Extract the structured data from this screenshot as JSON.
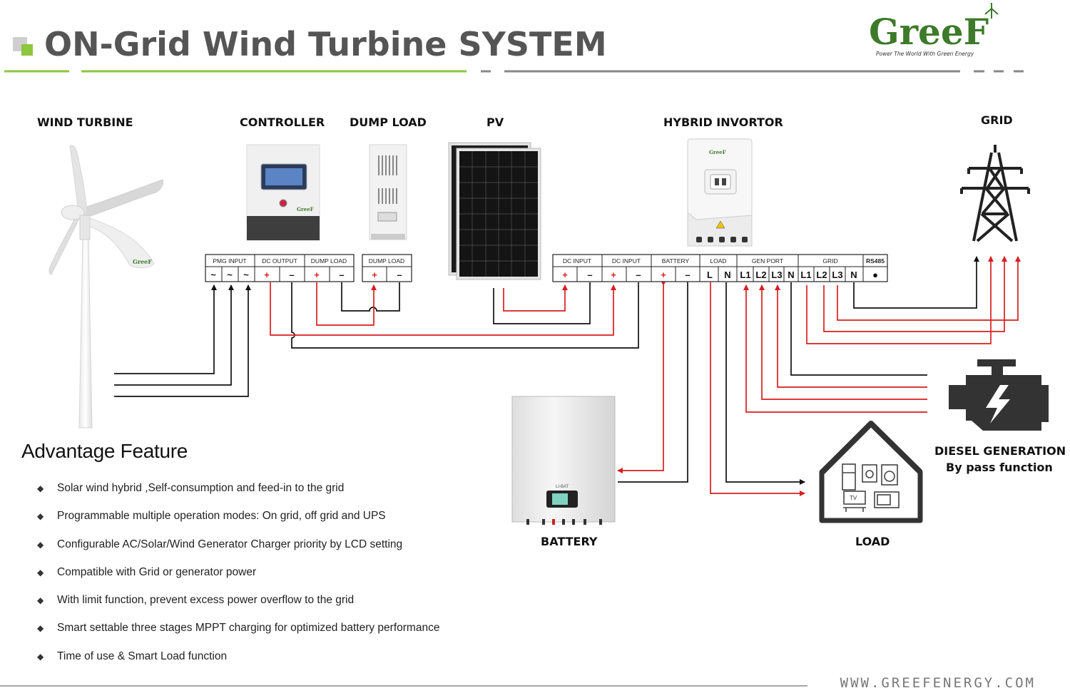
{
  "header": {
    "title": "ON-Grid Wind Turbine SYSTEM",
    "logo_text": "GreeF",
    "logo_tagline": "Power The World With Green Energy"
  },
  "components": {
    "wind_turbine": "WIND TURBINE",
    "controller": "CONTROLLER",
    "dump_load": "DUMP LOAD",
    "pv": "PV",
    "hybrid_inverter": "HYBRID INVORTOR",
    "grid": "GRID",
    "battery": "BATTERY",
    "load": "LOAD",
    "diesel_generation": "DIESEL GENERATION",
    "bypass": "By pass function"
  },
  "device_labels": {
    "turbine_brand": "GreeF",
    "controller_brand": "GreeF",
    "inverter_brand": "GreeF",
    "battery_label": "LI-BAT",
    "tv_label": "TV"
  },
  "terminals": {
    "controller_headers": [
      "PMG INPUT",
      "DC OUTPUT",
      "DUMP LOAD"
    ],
    "controller_symbols": [
      "~",
      "~",
      "~",
      "+",
      "–",
      "+",
      "–"
    ],
    "dump_header": "DUMP LOAD",
    "dump_symbols": [
      "+",
      "–"
    ],
    "inverter_headers": [
      "DC INPUT",
      "DC INPUT",
      "BATTERY",
      "LOAD",
      "GEN PORT",
      "GRID",
      "RS485"
    ],
    "inverter_symbols": [
      "+",
      "–",
      "+",
      "–",
      "+",
      "–",
      "L",
      "N",
      "L1",
      "L2",
      "L3",
      "N",
      "L1",
      "L2",
      "L3",
      "N",
      "●"
    ]
  },
  "features": {
    "title": "Advantage Feature",
    "items": [
      "Solar wind hybrid ,Self-consumption and feed-in to the grid",
      "Programmable multiple operation modes: On grid, off grid and UPS",
      "Configurable AC/Solar/Wind Generator Charger priority by LCD setting",
      "Compatible with Grid or generator power",
      "With limit function, prevent excess power overflow to the grid",
      "Smart settable three stages MPPT charging for optimized battery performance",
      "Time of use & Smart Load function"
    ]
  },
  "footer": {
    "url": "WWW.GREEFENERGY.COM"
  },
  "colors": {
    "accent_green": "#8dc63f",
    "header_gray": "#555555",
    "wire_red": "#d81e1e",
    "wire_black": "#111111"
  }
}
